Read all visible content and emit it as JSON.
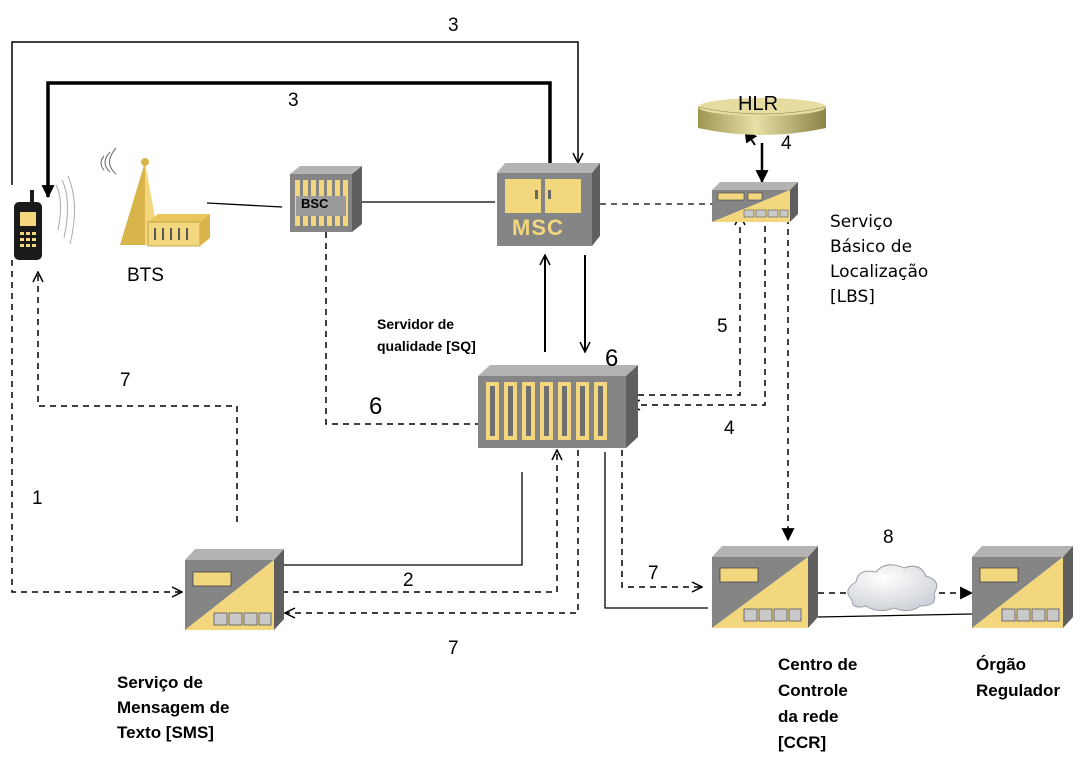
{
  "nodes": {
    "phone": {
      "name": "mobile-phone"
    },
    "bts": {
      "label": "BTS"
    },
    "bsc": {
      "label": "BSC"
    },
    "msc": {
      "label": "MSC"
    },
    "hlr": {
      "label": "HLR"
    },
    "lbs": {
      "lines": [
        "Serviço",
        "Básico de",
        "Localização",
        "[LBS]"
      ]
    },
    "sq": {
      "lines": [
        "Servidor de",
        "qualidade [SQ]"
      ]
    },
    "sms": {
      "lines": [
        "Serviço de",
        "Mensagem de",
        "Texto [SMS]"
      ]
    },
    "ccr": {
      "lines": [
        "Centro  de",
        "Controle",
        "da rede",
        "[CCR]"
      ]
    },
    "regulador": {
      "lines": [
        "Órgão",
        "Regulador"
      ]
    }
  },
  "edge_labels": {
    "top_thin": "3",
    "top_thick": "3",
    "hlr_lbs": "4",
    "lbs_sq_up": "5",
    "lbs_sq_down": "4",
    "msc_sq": "6",
    "bsc_sq": "6",
    "sq_phone": "7",
    "phone_sms": "1",
    "sms_sq": "2",
    "sq_sms": "7",
    "sq_ccr": "7",
    "ccr_regulador": "8"
  },
  "colors": {
    "yellow": "#f3d77e",
    "gray_front": "#858585",
    "gray_side": "#5f5f5f",
    "gray_top": "#b3b3b3",
    "hlr": "#c8bd7a"
  }
}
